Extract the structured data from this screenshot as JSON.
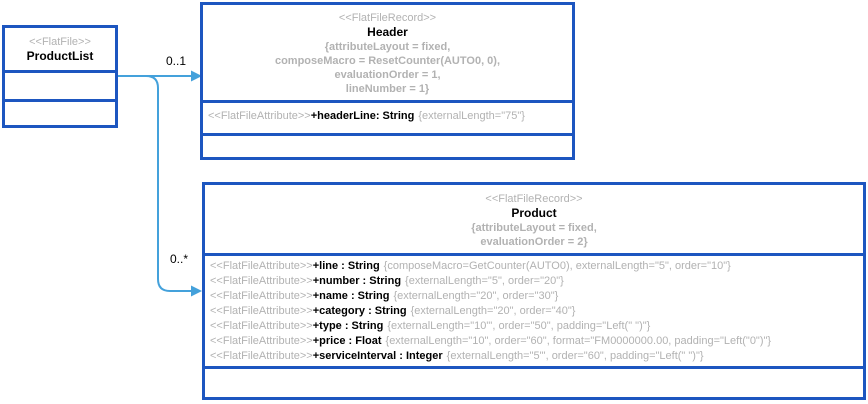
{
  "colors": {
    "box_border": "#1d56c0",
    "connector": "#44a1db",
    "muted": "#b2b2b2",
    "text": "#000000"
  },
  "classes": {
    "productlist": {
      "stereotype": "<<FlatFile>>",
      "name": "ProductList"
    },
    "header": {
      "stereotype": "<<FlatFileRecord>>",
      "name": "Header",
      "properties": [
        "{attributeLayout = fixed,",
        "composeMacro = ResetCounter(AUTO0, 0),",
        "evaluationOrder = 1,",
        "lineNumber = 1}"
      ],
      "attributes": [
        {
          "stereotype": "<<FlatFileAttribute>>",
          "signature": "+headerLine: String",
          "tags": "{externalLength=\"75\"}"
        }
      ]
    },
    "product": {
      "stereotype": "<<FlatFileRecord>>",
      "name": "Product",
      "properties": [
        "{attributeLayout = fixed,",
        "evaluationOrder = 2}"
      ],
      "attributes": [
        {
          "stereotype": "<<FlatFileAttribute>>",
          "signature": "+line : String",
          "tags": "{composeMacro=GetCounter(AUTO0), externalLength=\"5\", order=\"10\"}"
        },
        {
          "stereotype": "<<FlatFileAttribute>>",
          "signature": "+number : String",
          "tags": "{externalLength=\"5\", order=\"20\"}"
        },
        {
          "stereotype": "<<FlatFileAttribute>>",
          "signature": "+name : String",
          "tags": "{externalLength=\"20\", order=\"30\"}"
        },
        {
          "stereotype": "<<FlatFileAttribute>>",
          "signature": "+category : String",
          "tags": "{externalLength=\"20\", order=\"40\"}"
        },
        {
          "stereotype": "<<FlatFileAttribute>>",
          "signature": "+type : String",
          "tags": "{externalLength=\"10\"', order=\"50\", padding=\"Left(\" \")\"}"
        },
        {
          "stereotype": "<<FlatFileAttribute>>",
          "signature": "+price : Float",
          "tags": "{externalLength=\"10\", order=\"60\", format=\"FM0000000.00, padding=\"Left(\"0\")\"}"
        },
        {
          "stereotype": "<<FlatFileAttribute>>",
          "signature": "+serviceInterval : Integer",
          "tags": "{externalLength=\"5\"', order=\"60\", padding=\"Left(\" \")\"}"
        }
      ]
    }
  },
  "connectors": [
    {
      "from": "ProductList",
      "to": "Header",
      "multiplicity": "0..1"
    },
    {
      "from": "ProductList",
      "to": "Product",
      "multiplicity": "0..*"
    }
  ]
}
